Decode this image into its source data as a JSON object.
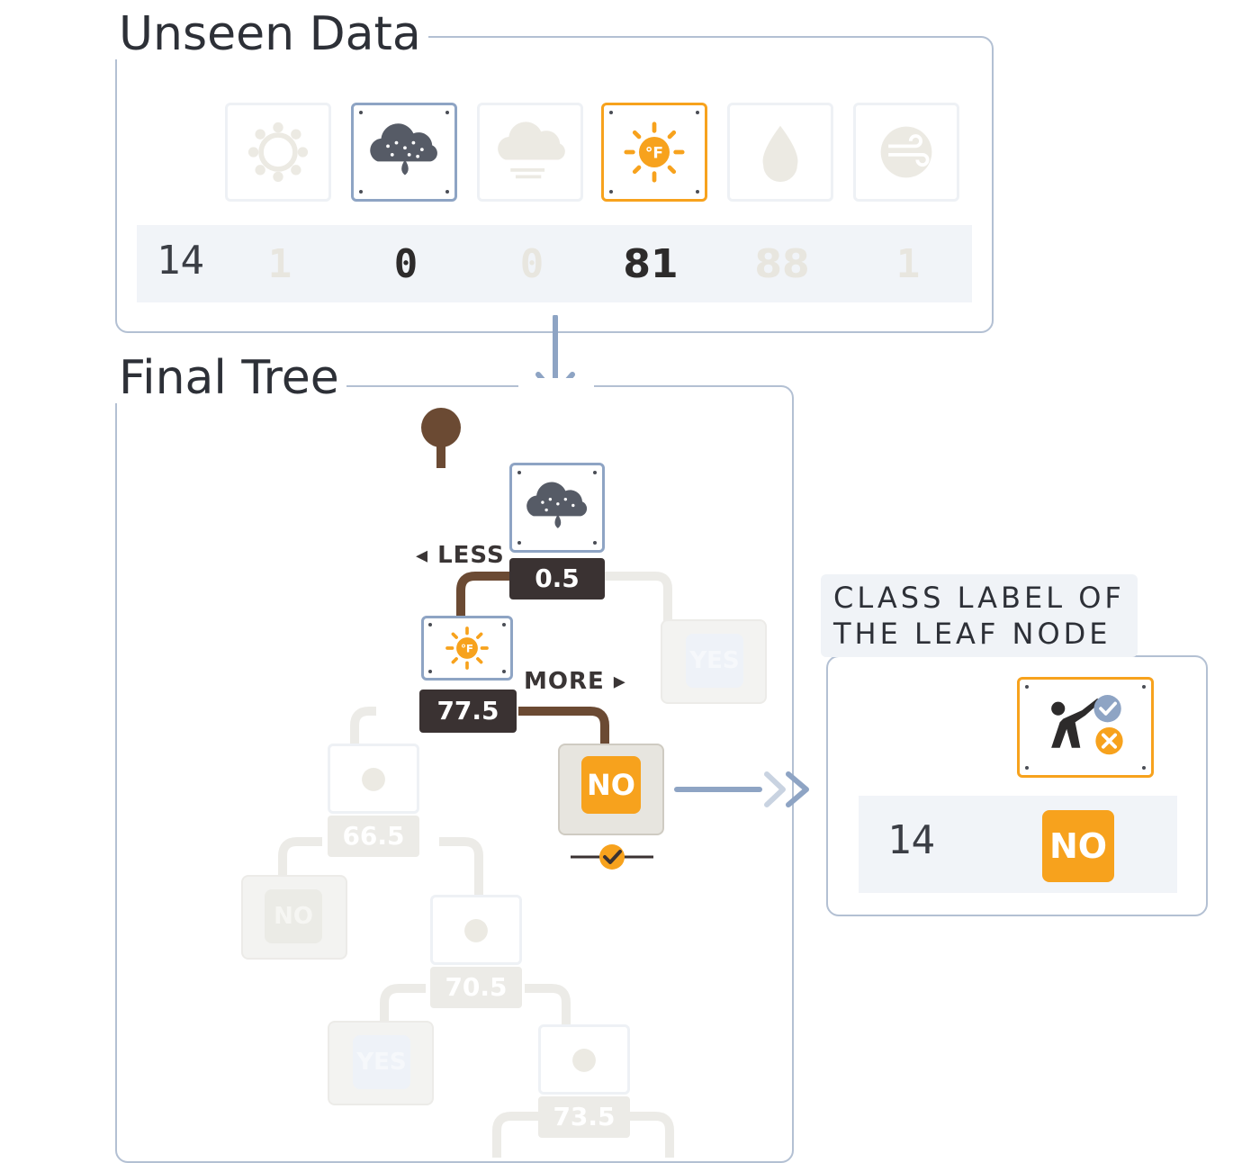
{
  "unseen": {
    "title": "Unseen Data",
    "row_id": "14",
    "values": [
      "1",
      "0",
      "0",
      "81",
      "88",
      "1"
    ],
    "icons": [
      "sun-icon",
      "rain-cloud-icon",
      "snow-cloud-icon",
      "temperature-icon",
      "humidity-icon",
      "wind-icon"
    ],
    "active": [
      false,
      true,
      false,
      true,
      false,
      false
    ]
  },
  "tree": {
    "title": "Final Tree",
    "root_threshold": "0.5",
    "less_label": "◂ LESS",
    "more_label": "MORE ▸",
    "temp_threshold": "77.5",
    "result_label": "NO",
    "faded_yes_top": "YES",
    "faded_t1": "66.5",
    "faded_no": "NO",
    "faded_t2": "70.5",
    "faded_yes": "YES",
    "faded_t3": "73.5"
  },
  "result": {
    "caption_line1": "CLASS LABEL OF",
    "caption_line2": "THE LEAF NODE",
    "row_id": "14",
    "label": "NO"
  },
  "colors": {
    "panel_border": "#b3c0d3",
    "blue_accent": "#8ea4c4",
    "orange": "#f7a21d",
    "dark_brown": "#3a3232",
    "path_brown": "#6b4a33"
  }
}
